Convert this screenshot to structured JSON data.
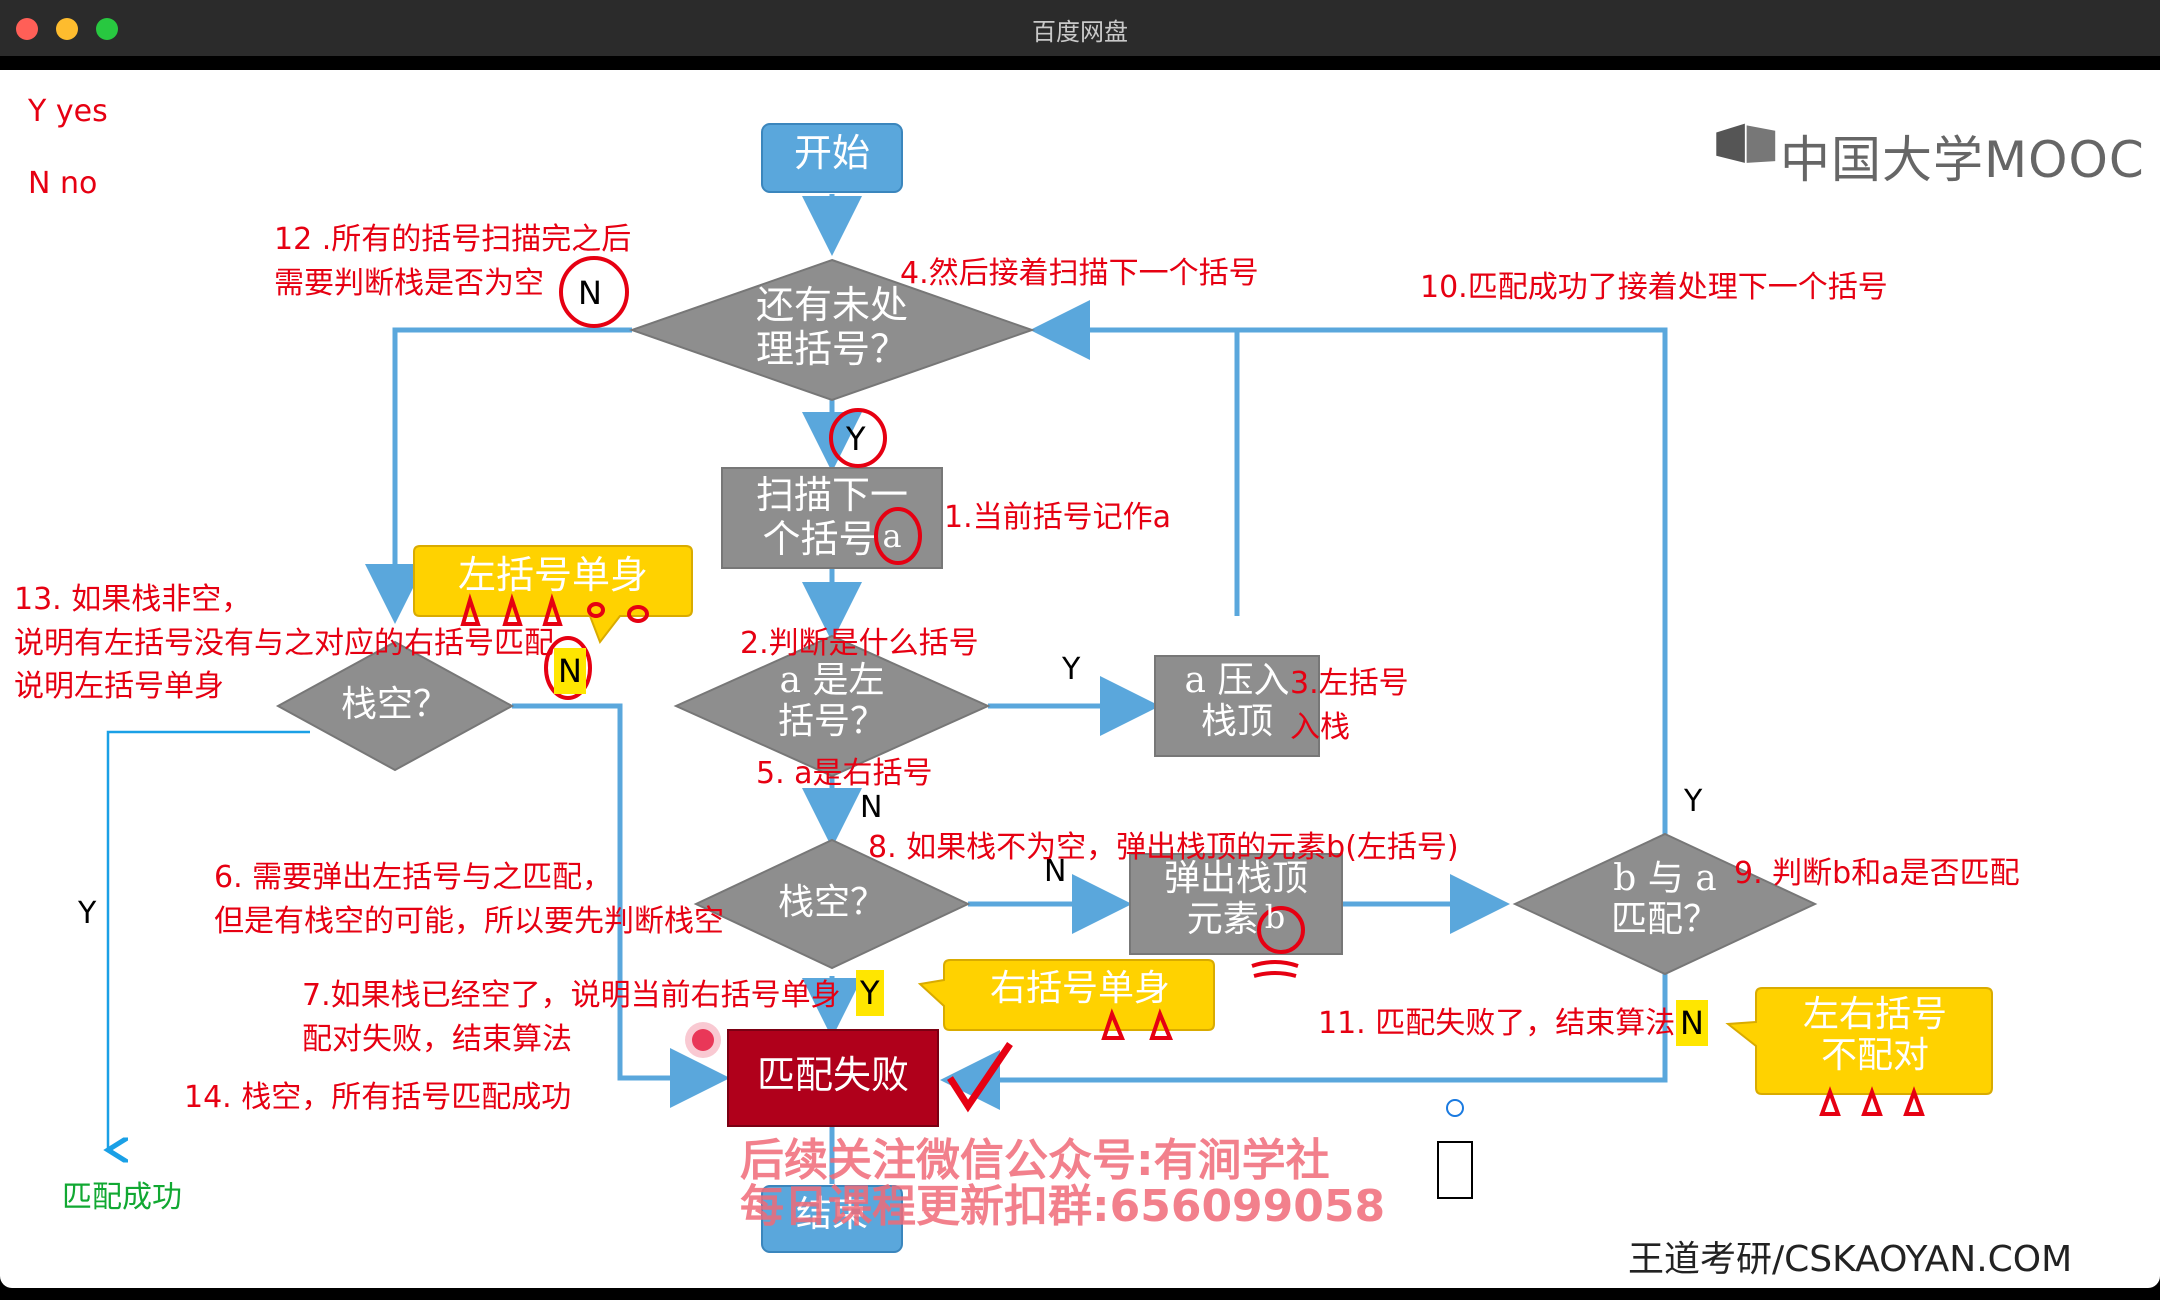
{
  "window": {
    "title": "百度网盘"
  },
  "legend": {
    "yes": "Y yes",
    "no": "N no"
  },
  "logo": {
    "text": "中国大学MOOC"
  },
  "brand": {
    "footer": "王道考研/CSKAOYAN.COM"
  },
  "watermark": {
    "line1": "后续关注微信公众号:有涧学社",
    "line2": "每日课程更新扣群:656099058"
  },
  "nodes": {
    "start": "开始",
    "more_brackets": "还有未处理括号？",
    "more_brackets_l1": "还有未处",
    "more_brackets_l2": "理括号？",
    "scan_next_l1": "扫描下一",
    "scan_next_l2": "个括号",
    "scan_var": "a",
    "is_left_l1": "a 是左",
    "is_left_l2": "括号？",
    "push_l1": "a 压入",
    "push_l2": "栈顶",
    "stack_empty_mid": "栈空？",
    "pop_l1": "弹出栈顶",
    "pop_l2": "元素",
    "pop_var": "b",
    "match_l1": "b 与 a",
    "match_l2": "匹配？",
    "stack_empty_left": "栈空？",
    "left_single": "左括号单身",
    "right_single": "右括号单身",
    "mismatch_l1": "左右括号",
    "mismatch_l2": "不配对",
    "fail": "匹配失败",
    "end": "结束"
  },
  "edges": {
    "y_top": "Y",
    "n_top": "N",
    "y_is_left": "Y",
    "n_is_left": "N",
    "n_stack_mid": "N",
    "y_stack_mid": "Y",
    "y_match": "Y",
    "n_match": "N",
    "n_stack_left": "N",
    "y_long": "Y"
  },
  "annotations": {
    "a1": "1.当前括号记作a",
    "a2": "2.判断是什么括号",
    "a3_l1": "3.左括号",
    "a3_l2": "入栈",
    "a4": "4.然后接着扫描下一个括号",
    "a5": "5. a是右括号",
    "a6_l1": "6. 需要弹出左括号与之匹配，",
    "a6_l2": "但是有栈空的可能，所以要先判断栈空",
    "a7_l1": "7.如果栈已经空了，说明当前右括号单身",
    "a7_l2": "配对失败，结束算法",
    "a8": "8. 如果栈不为空，弹出栈顶的元素b(左括号)",
    "a9": "9. 判断b和a是否匹配",
    "a10": "10.匹配成功了接着处理下一个括号",
    "a11": "11. 匹配失败了，结束算法",
    "a12_l1": "12 .所有的括号扫描完之后",
    "a12_l2": "需要判断栈是否为空",
    "a13_l1": "13. 如果栈非空，",
    "a13_l2": "说明有左括号没有与之对应的右括号匹配",
    "a13_l3": "说明左括号单身",
    "a14": "14. 栈空，所有括号匹配成功",
    "success": "匹配成功"
  },
  "colors": {
    "blue": "#5aa7dc",
    "gray": "#8e8e8e",
    "yellow": "#ffd200",
    "darkred": "#b0001b",
    "annotation": "#e60012",
    "arrow": "#5aa7dc"
  }
}
